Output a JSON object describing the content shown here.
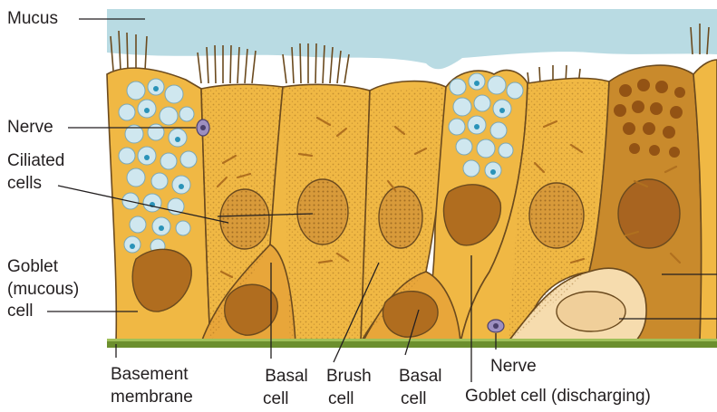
{
  "labels": {
    "mucus": "Mucus",
    "nerve_left": "Nerve",
    "ciliated_line1": "Ciliated",
    "ciliated_line2": "cells",
    "goblet_line1": "Goblet",
    "goblet_line2": "(mucous)",
    "goblet_line3": "cell",
    "basement_line1": "Basement",
    "basement_line2": "membrane",
    "basal1_line1": "Basal",
    "basal1_line2": "cell",
    "brush_line1": "Brush",
    "brush_line2": "cell",
    "basal2_line1": "Basal",
    "basal2_line2": "cell",
    "nerve_bottom": "Nerve",
    "goblet_discharging": "Goblet cell (discharging)"
  },
  "colors": {
    "mucus": "#b9dbe3",
    "cell_fill": "#f0b844",
    "cell_outline": "#6b4a1e",
    "nucleus": "#d89a3a",
    "dark_nucleus": "#b06d1f",
    "mucus_granule": "#cfe7ef",
    "granule_dot": "#2a93b8",
    "basement": "#6c8f2e",
    "discharging_cell": "#f6dcae"
  }
}
